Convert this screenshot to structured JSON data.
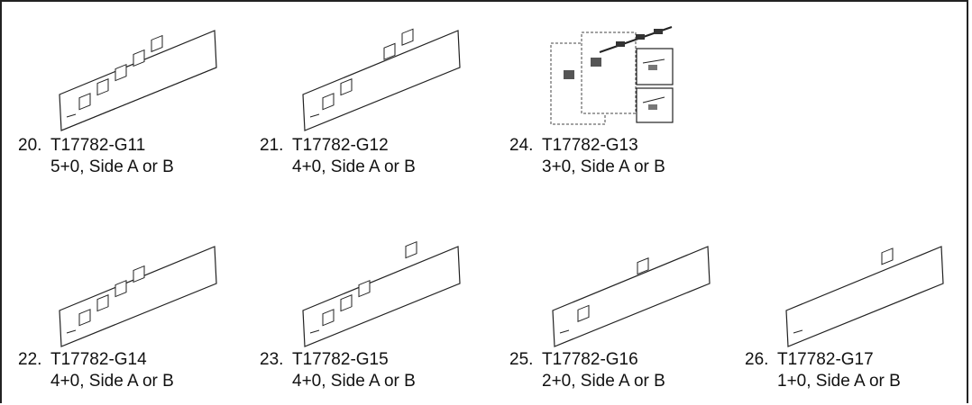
{
  "items": [
    {
      "num": "20.",
      "part": "T17782-G11",
      "desc": "5+0, Side A or B",
      "ports": 5
    },
    {
      "num": "21.",
      "part": "T17782-G12",
      "desc": "4+0, Side A or B",
      "ports": 4
    },
    {
      "num": "24.",
      "part": "T17782-G13",
      "desc": "3+0, Side A or B",
      "ports": 3
    },
    {
      "num": "22.",
      "part": "T17782-G14",
      "desc": "4+0, Side A or B",
      "ports": 4
    },
    {
      "num": "23.",
      "part": "T17782-G15",
      "desc": "4+0, Side A or B",
      "ports": 4
    },
    {
      "num": "25.",
      "part": "T17782-G16",
      "desc": "2+0, Side A or B",
      "ports": 2
    },
    {
      "num": "26.",
      "part": "T17782-G17",
      "desc": "1+0, Side A or B",
      "ports": 1
    }
  ]
}
